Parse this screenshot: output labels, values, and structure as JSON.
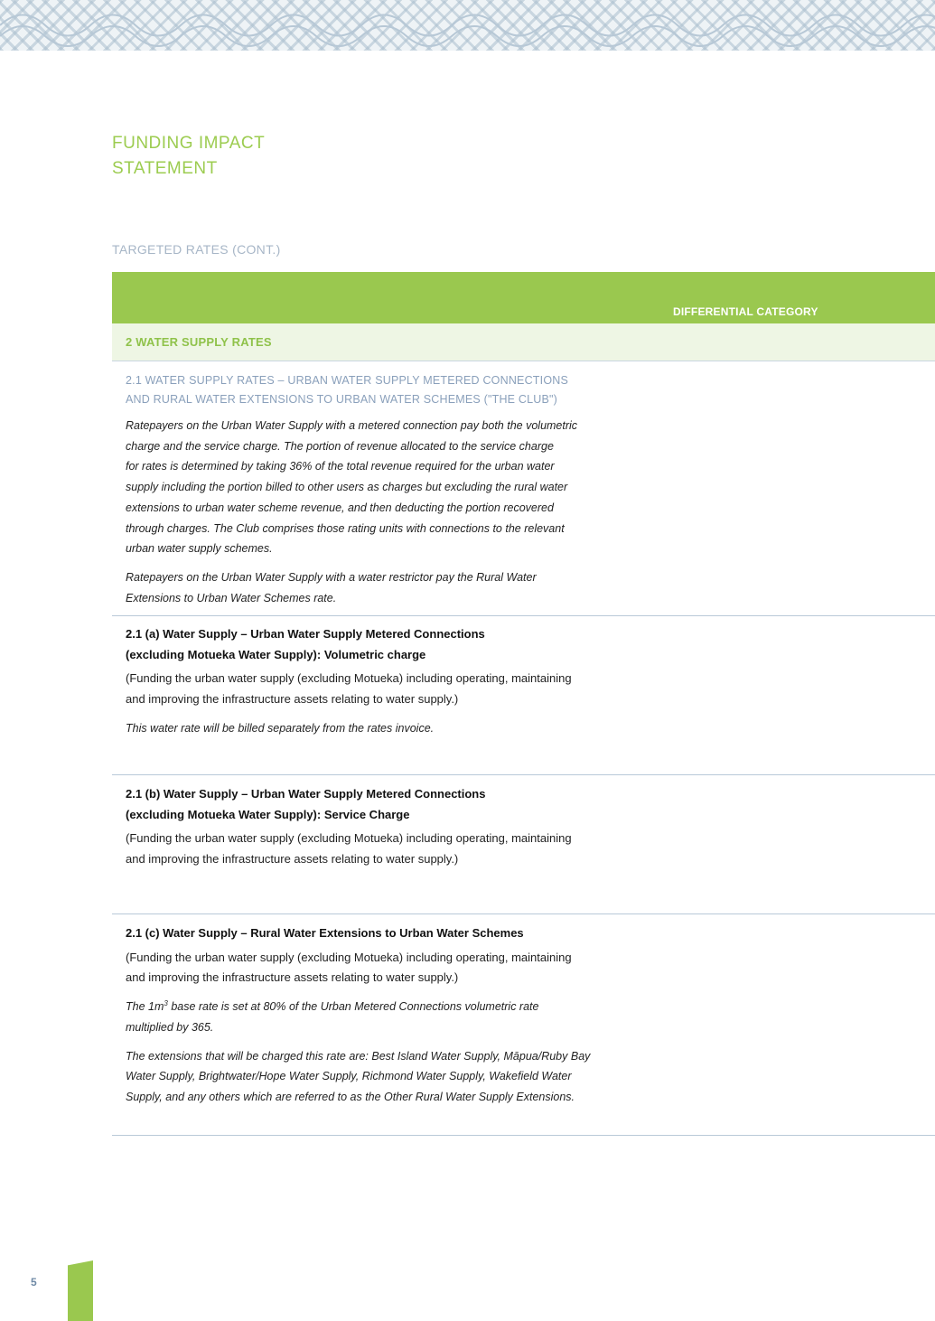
{
  "header": {
    "title_line1": "FUNDING IMPACT",
    "title_line2": "STATEMENT",
    "section_label": "TARGETED RATES (CONT.)"
  },
  "table": {
    "column_header": "DIFFERENTIAL CATEGORY",
    "group_label": "2 WATER SUPPLY RATES",
    "club": {
      "heading_line1": "2.1 WATER SUPPLY RATES – URBAN WATER SUPPLY METERED CONNECTIONS",
      "heading_line2": "AND RURAL WATER EXTENSIONS TO URBAN WATER SCHEMES (\"THE CLUB\")",
      "para1": [
        "Ratepayers on the Urban Water Supply with a metered connection pay both the volumetric",
        "charge and the service charge. The portion of revenue allocated to the service charge",
        "for rates is determined by taking 36% of the total revenue required for the urban water",
        "supply including the portion billed to other users as charges but excluding the rural water",
        "extensions to urban water scheme revenue, and then deducting the portion recovered",
        "through charges. The Club comprises those rating units with connections to the relevant",
        "urban water supply schemes."
      ],
      "para2": [
        "Ratepayers on the Urban Water Supply with a water restrictor pay the Rural Water",
        "Extensions to Urban Water Schemes rate."
      ]
    },
    "rate_a": {
      "heading_line1": "2.1 (a) Water Supply – Urban Water Supply Metered Connections",
      "heading_line2": "(excluding Motueka Water Supply): Volumetric charge",
      "funding": [
        "(Funding the urban water supply (excluding Motueka) including operating, maintaining",
        "and improving the infrastructure assets relating to water supply.)"
      ],
      "note": "This water rate will be billed separately from the rates invoice."
    },
    "rate_b": {
      "heading_line1": "2.1 (b) Water Supply – Urban Water Supply Metered Connections",
      "heading_line2": "(excluding Motueka Water Supply): Service Charge",
      "funding": [
        "(Funding the urban water supply (excluding Motueka) including operating, maintaining",
        "and improving the infrastructure assets relating to water supply.)"
      ]
    },
    "rate_c": {
      "heading": "2.1 (c) Water Supply – Rural Water Extensions to Urban Water Schemes",
      "funding": [
        "(Funding the urban water supply (excluding Motueka) including operating, maintaining",
        "and improving the infrastructure assets relating to water supply.)"
      ],
      "base_rate_pre": "The 1m",
      "base_rate_sup": "3",
      "base_rate_post": " base rate is set at 80% of the Urban Metered Connections volumetric rate",
      "base_rate_line2": "multiplied by 365.",
      "extensions": [
        "The extensions that will be charged this rate are: Best Island Water Supply, Māpua/Ruby Bay",
        "Water Supply, Brightwater/Hope Water Supply, Richmond Water Supply, Wakefield Water",
        "Supply, and any others which are referred to as the Other Rural Water Supply Extensions."
      ]
    }
  },
  "footer": {
    "page_number": "5"
  },
  "colors": {
    "accent_green": "#9ac84f",
    "heading_blue_grey": "#8aa0bb",
    "divider": "#b9c9d8"
  }
}
